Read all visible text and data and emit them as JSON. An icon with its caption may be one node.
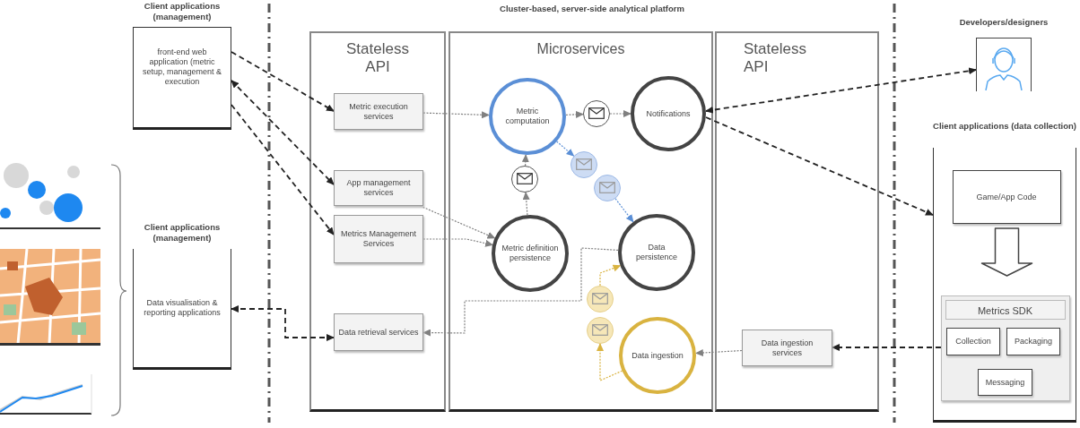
{
  "diagram": {
    "nodes": [
      {
        "text": [
          "Client applications (management)",
          "front-end web application (metric setup, management & execution"
        ]
      },
      {
        "text": [
          "Client applications (management)",
          "Data visualisation & reporting applications"
        ]
      },
      {
        "text": [
          "Stateless API"
        ]
      },
      {
        "text": [
          "Microservices"
        ]
      },
      {
        "text": [
          "Stateless API"
        ]
      },
      {
        "text": [
          "Metric execution services"
        ],
        "in": 2
      },
      {
        "text": [
          "App management services"
        ],
        "in": 2
      },
      {
        "text": [
          "Metrics Management Services"
        ],
        "in": 2
      },
      {
        "text": [
          "Data retrieval services"
        ],
        "in": 2
      },
      {
        "text": [
          "Metric computation"
        ],
        "in": 3
      },
      {
        "text": [],
        "shape": "circle",
        "in": 3
      },
      {
        "text": [
          "Notifications"
        ],
        "in": 3
      },
      {
        "text": [],
        "shape": "circle",
        "in": 3
      },
      {
        "text": [],
        "shape": "circle",
        "in": 3
      },
      {
        "text": [],
        "shape": "circle",
        "in": 3
      },
      {
        "text": [
          "Metric definition persistence"
        ],
        "in": 3
      },
      {
        "text": [
          "Data persistence"
        ],
        "in": 3
      },
      {
        "text": [],
        "shape": "circle",
        "in": 3
      },
      {
        "text": [],
        "shape": "circle",
        "in": 3
      },
      {
        "text": [
          "Data ingestion"
        ],
        "in": 3
      },
      {
        "text": [
          "Data ingestion services"
        ],
        "in": 4
      },
      {
        "text": [
          "Developers/designers"
        ]
      },
      {
        "text": [
          "Client applications (data collection)"
        ]
      },
      {
        "text": [
          "Game/App Code"
        ],
        "in": 22
      },
      {
        "text": [
          "Metrics SDK"
        ],
        "in": 22
      },
      {
        "text": [
          "Collection"
        ],
        "in": 24
      },
      {
        "text": [
          "Packaging"
        ],
        "in": 24
      },
      {
        "text": [
          "Messaging"
        ],
        "in": 24
      }
    ],
    "edges": [
      {
        "from": 0,
        "to": 5,
        "arrow": "to",
        "style": "dashed",
        "color": "#222222"
      },
      {
        "from": 0,
        "to": 6,
        "arrow": "both",
        "style": "dashed",
        "color": "#222222"
      },
      {
        "from": 0,
        "to": 7,
        "arrow": "to",
        "style": "dashed",
        "color": "#222222"
      },
      {
        "from": 8,
        "to": 1,
        "arrow": "both",
        "style": "dashed",
        "color": "#222222"
      },
      {
        "from": 11,
        "to": 21,
        "arrow": "both",
        "style": "dashed",
        "color": "#222222"
      },
      {
        "from": 11,
        "to": 22,
        "arrow": "to",
        "style": "dashed",
        "color": "#222222"
      },
      {
        "from": 24,
        "to": 20,
        "arrow": "to",
        "style": "dashed",
        "color": "#222222"
      },
      {
        "from": 5,
        "to": 9,
        "arrow": "to"
      },
      {
        "from": 9,
        "to": 10,
        "arrow": "to"
      },
      {
        "from": 10,
        "to": 11,
        "arrow": "to"
      },
      {
        "from": 15,
        "to": 12,
        "arrow": "to"
      },
      {
        "from": 12,
        "to": 9,
        "arrow": "to"
      },
      {
        "from": 9,
        "to": 13,
        "arrow": "to",
        "color": "#5b8fd6"
      },
      {
        "from": 14,
        "to": 16,
        "arrow": "to",
        "color": "#5b8fd6"
      },
      {
        "from": 6,
        "to": 15,
        "arrow": "to"
      },
      {
        "from": 7,
        "to": 15,
        "arrow": "to"
      },
      {
        "from": 16,
        "to": 8,
        "arrow": "to"
      },
      {
        "from": 19,
        "to": 18,
        "arrow": "to",
        "color": "#d9b340"
      },
      {
        "from": 17,
        "to": 16,
        "arrow": "to",
        "color": "#d9b340"
      },
      {
        "from": 20,
        "to": 19,
        "arrow": "to"
      },
      {
        "from": 23,
        "to": 24,
        "arrow": "to",
        "style": "thick"
      }
    ],
    "labels": [
      "Cluster-based, server-side analytical platform"
    ]
  }
}
